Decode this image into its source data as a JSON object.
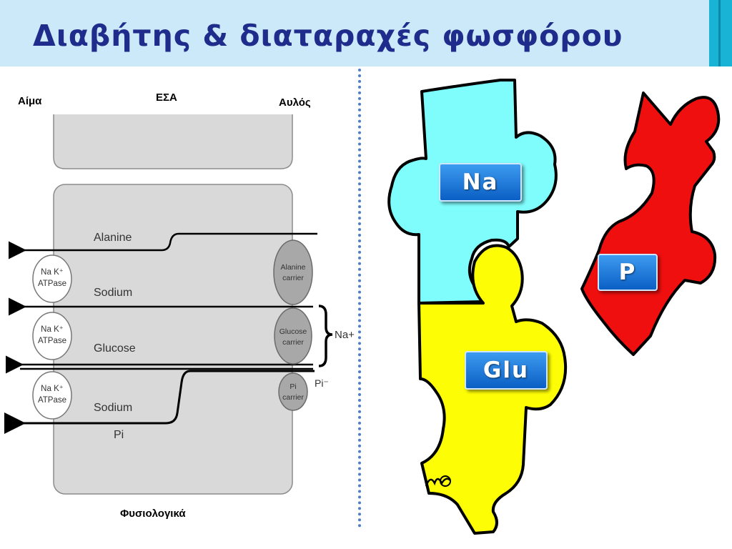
{
  "slide": {
    "title": "Διαβήτης & διαταραχές φωσφόρου"
  },
  "left_diagram": {
    "label_blood": "Αίμα",
    "label_ecs": "ΕΣΑ",
    "label_lumen": "Αυλός",
    "caption": "Φυσιολογικά",
    "pump_line1": "Na K⁺",
    "pump_line2": "ATPase",
    "flows": {
      "alanine": "Alanine",
      "sodium_1": "Sodium",
      "glucose": "Glucose",
      "sodium_2": "Sodium",
      "pi": "Pi"
    },
    "carriers": {
      "alanine_1": "Alanine",
      "alanine_2": "carrier",
      "glucose_1": "Glucose",
      "glucose_2": "carrier",
      "pi_1": "Pi",
      "pi_2": "carrier"
    },
    "brace_label": "Na+",
    "pi_side_label": "Pi⁻"
  },
  "right_puzzle": {
    "piece_na": "Na",
    "piece_glu": "Glu",
    "piece_p": "P",
    "colors": {
      "na": "#7ffcfc",
      "glu": "#fdfd05",
      "p": "#ef0f0f"
    }
  }
}
